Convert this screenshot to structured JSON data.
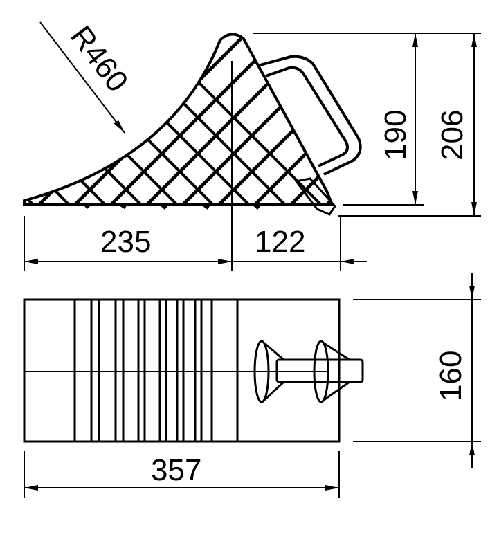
{
  "side_view": {
    "radius_label": "R460",
    "length_front_label": "235",
    "length_rear_label": "122",
    "height_inner_label": "190",
    "height_total_label": "206"
  },
  "top_view": {
    "width_label": "160",
    "length_total_label": "357"
  },
  "colors": {
    "line": "#000000",
    "background": "#ffffff"
  }
}
